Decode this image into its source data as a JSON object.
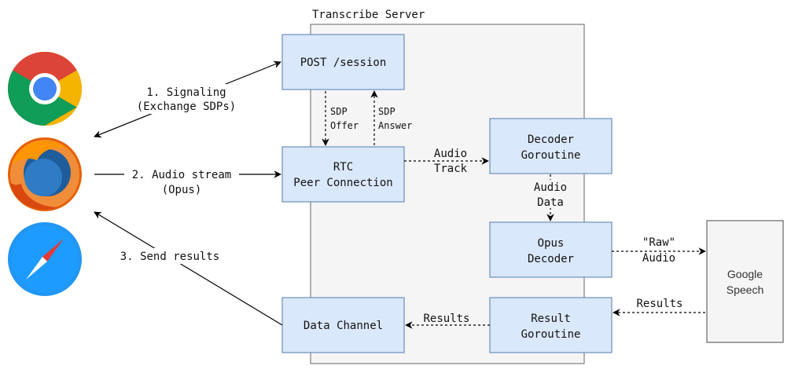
{
  "server": {
    "title": "Transcribe Server"
  },
  "nodes": {
    "post_session": [
      "POST /session"
    ],
    "rtc": [
      "RTC",
      "Peer Connection"
    ],
    "data_channel": [
      "Data Channel"
    ],
    "decoder_goroutine": [
      "Decoder",
      "Goroutine"
    ],
    "opus_decoder": [
      "Opus",
      "Decoder"
    ],
    "result_goroutine": [
      "Result",
      "Goroutine"
    ],
    "google_speech": [
      "Google",
      "Speech"
    ]
  },
  "edges": {
    "signaling": [
      "1. Signaling",
      "(Exchange SDPs)"
    ],
    "audio_stream": [
      "2. Audio stream",
      "(Opus)"
    ],
    "send_results": [
      "3. Send results"
    ],
    "sdp_offer": [
      "SDP",
      "Offer"
    ],
    "sdp_answer": [
      "SDP",
      "Answer"
    ],
    "audio_track": [
      "Audio",
      "Track"
    ],
    "audio_data": [
      "Audio",
      "Data"
    ],
    "raw_audio": [
      "\"Raw\"",
      "Audio"
    ],
    "results_from_google": [
      "Results"
    ],
    "results_to_channel": [
      "Results"
    ]
  },
  "browsers": [
    "chrome-icon",
    "firefox-icon",
    "safari-icon"
  ],
  "colors": {
    "node_fill": "#dae8fc",
    "node_stroke": "#6c8ebf",
    "server_fill": "#f5f5f5",
    "server_stroke": "#666666"
  }
}
